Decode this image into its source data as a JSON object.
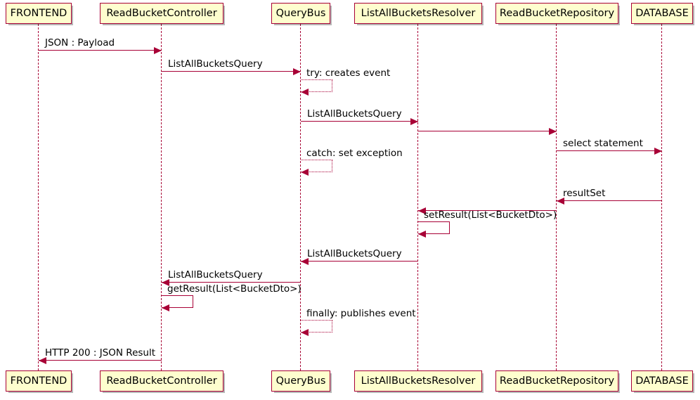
{
  "diagram": {
    "type": "sequence",
    "title": "ListAllBucketsQuery sequence",
    "colors": {
      "box_fill": "#FEFECE",
      "line": "#A80036",
      "text": "#000000",
      "background": "#FFFFFF"
    }
  },
  "participants": [
    {
      "id": "frontend",
      "label": "FRONTEND"
    },
    {
      "id": "controller",
      "label": "ReadBucketController"
    },
    {
      "id": "querybus",
      "label": "QueryBus"
    },
    {
      "id": "resolver",
      "label": "ListAllBucketsResolver"
    },
    {
      "id": "repository",
      "label": "ReadBucketRepository"
    },
    {
      "id": "database",
      "label": "DATABASE"
    }
  ],
  "messages": [
    {
      "id": "m1",
      "label": "JSON : Payload",
      "from": "frontend",
      "to": "controller",
      "style": "solid",
      "kind": "call"
    },
    {
      "id": "m2",
      "label": "ListAllBucketsQuery",
      "from": "controller",
      "to": "querybus",
      "style": "solid",
      "kind": "call"
    },
    {
      "id": "m3",
      "label": "try: creates event",
      "from": "querybus",
      "to": "querybus",
      "style": "dotted",
      "kind": "self"
    },
    {
      "id": "m4",
      "label": "ListAllBucketsQuery",
      "from": "querybus",
      "to": "resolver",
      "style": "solid",
      "kind": "call"
    },
    {
      "id": "m5",
      "label": "",
      "from": "resolver",
      "to": "repository",
      "style": "solid",
      "kind": "call"
    },
    {
      "id": "m6",
      "label": "select statement",
      "from": "repository",
      "to": "database",
      "style": "solid",
      "kind": "call"
    },
    {
      "id": "m7",
      "label": "catch: set exception",
      "from": "querybus",
      "to": "querybus",
      "style": "dotted",
      "kind": "self"
    },
    {
      "id": "m8",
      "label": "resultSet",
      "from": "database",
      "to": "repository",
      "style": "solid",
      "kind": "return"
    },
    {
      "id": "m9",
      "label": "",
      "from": "repository",
      "to": "resolver",
      "style": "solid",
      "kind": "return"
    },
    {
      "id": "m10",
      "label": "setResult(List<BucketDto>)",
      "from": "resolver",
      "to": "resolver",
      "style": "solid",
      "kind": "self"
    },
    {
      "id": "m11",
      "label": "ListAllBucketsQuery",
      "from": "resolver",
      "to": "querybus",
      "style": "solid",
      "kind": "return"
    },
    {
      "id": "m12",
      "label": "ListAllBucketsQuery",
      "from": "querybus",
      "to": "controller",
      "style": "solid",
      "kind": "return"
    },
    {
      "id": "m13",
      "label": "getResult(List<BucketDto>)",
      "from": "controller",
      "to": "controller",
      "style": "solid",
      "kind": "self"
    },
    {
      "id": "m14",
      "label": "finally: publishes event",
      "from": "querybus",
      "to": "querybus",
      "style": "dotted",
      "kind": "self"
    },
    {
      "id": "m15",
      "label": "HTTP 200 : JSON Result",
      "from": "controller",
      "to": "frontend",
      "style": "solid",
      "kind": "return"
    }
  ]
}
